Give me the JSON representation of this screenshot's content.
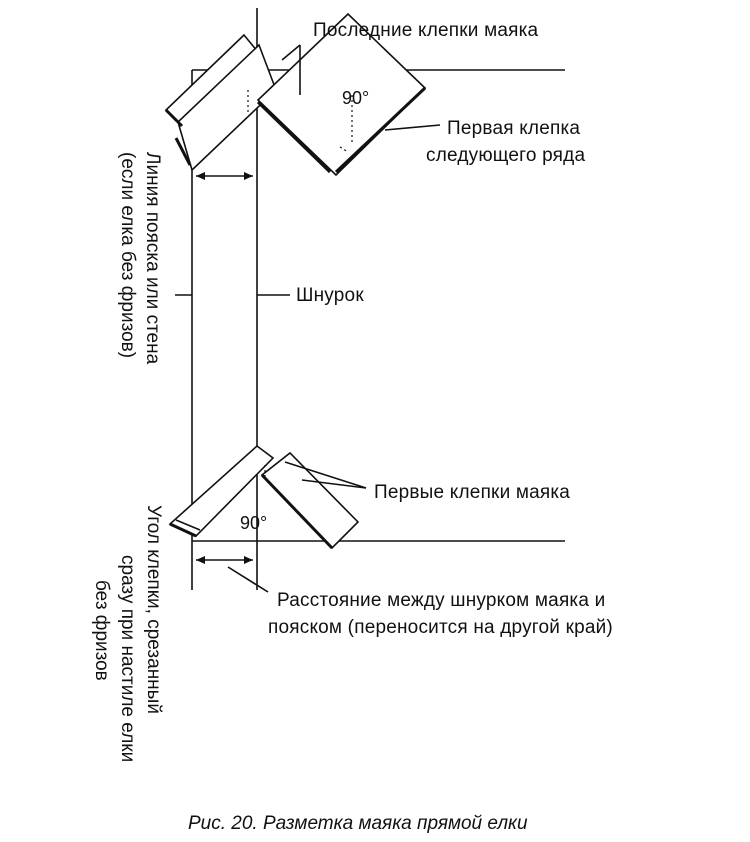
{
  "labels": {
    "last_rivets": "Последние клепки маяка",
    "first_rivet_next_row": [
      "Первая клепка",
      "следующего ряда"
    ],
    "cord": "Шнурок",
    "first_rivets": "Первые клепки маяка",
    "distance": [
      "Расстояние между шнурком маяка и",
      "пояском (переносится на другой край)"
    ],
    "angle_top": "90°",
    "angle_bottom": "90°"
  },
  "vertical_labels": {
    "belt_line": [
      "Линия пояска или стена",
      "(если елка без фризов)"
    ],
    "rivet_angle": [
      "Угол клепки, срезанный",
      "сразу при настиле елки",
      "без фризов"
    ]
  },
  "caption": "Рис. 20. Разметка маяка прямой елки"
}
